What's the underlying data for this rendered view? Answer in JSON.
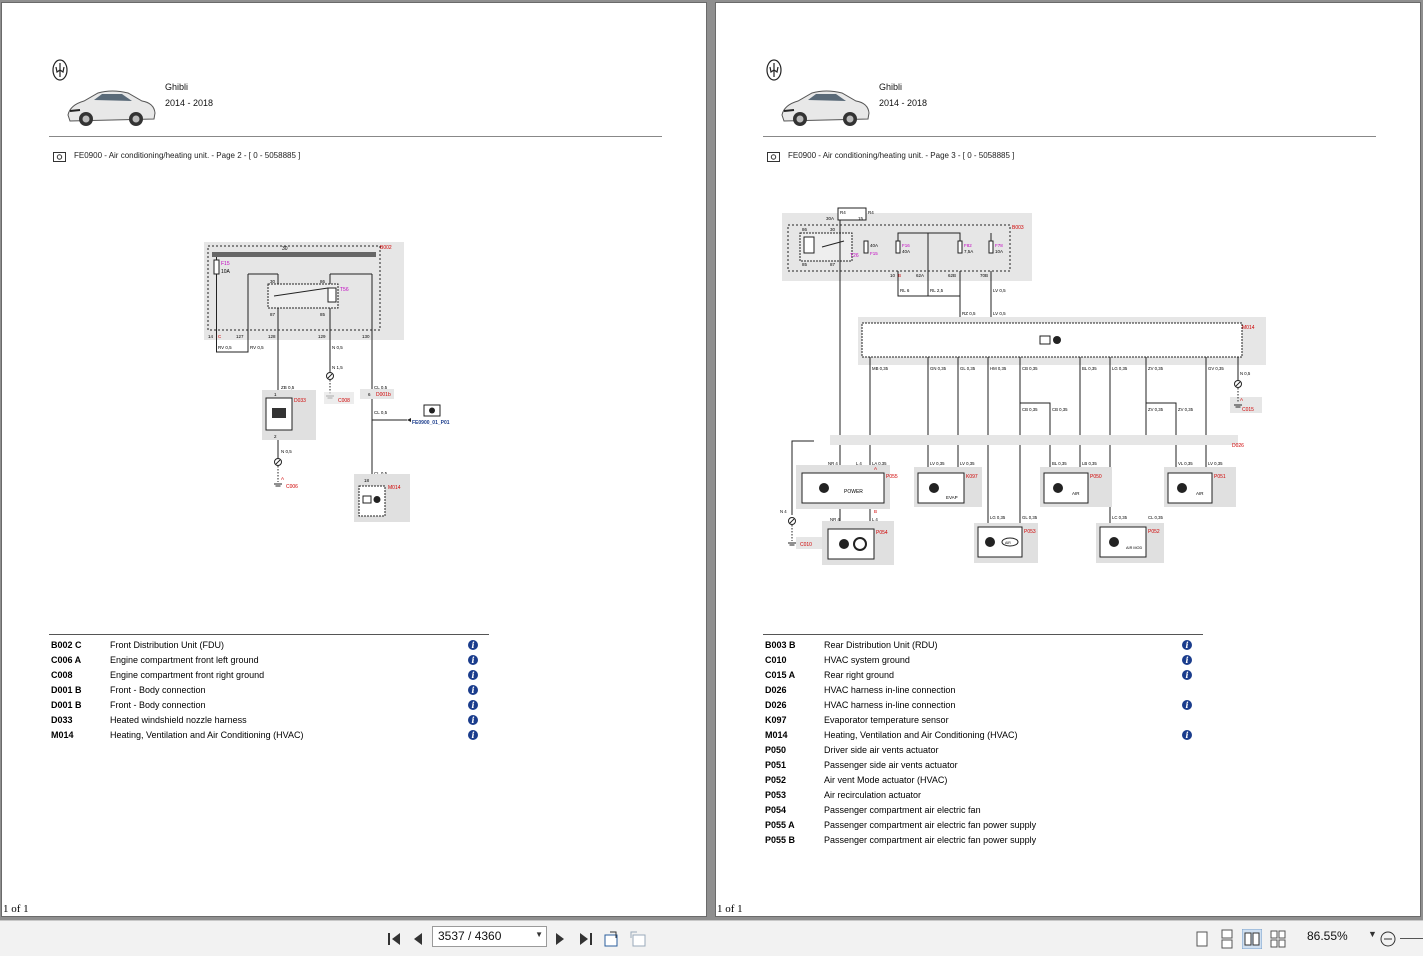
{
  "pages": [
    {
      "model": "Ghibli",
      "years": "2014 - 2018",
      "sheet_title": "FE0900 - Air conditioning/heating unit. - Page 2 - [ 0 - 5058885 ]",
      "page_count": "1 of 1",
      "diagram": {
        "fdu": "B002",
        "fuse_f15": "F15",
        "fuse_amp": "10A",
        "relay": "T56",
        "bus_30": "30",
        "pin_30": "30",
        "pin_86": "86",
        "pin_87": "87",
        "pin_85": "85",
        "pin_14": "14",
        "pin_C": "C",
        "pin_127": "127",
        "pin_128": "128",
        "pin_129": "129",
        "pin_130": "130",
        "wire_rv1": "RV 0,5",
        "wire_rv2": "RV 0,5",
        "wire_zb": "ZB 0,5",
        "wire_n1": "N 0,5",
        "wire_n2": "N 1,5",
        "wire_cl1": "CL 0,5",
        "wire_cl2": "CL 0,5",
        "wire_cl3": "CL 0,5",
        "wire_n3": "N 0,5",
        "d033": "D033",
        "c008": "C008",
        "c006": "C006",
        "c006_a": "A",
        "d001b": "D001b",
        "pin_6": "6",
        "ref_link": "FE0900_01_P01",
        "m014": "M014",
        "pin_18": "18",
        "pin_1": "1",
        "pin_2": "2"
      },
      "legend": [
        {
          "code": "B002 C",
          "desc": "Front Distribution Unit (FDU)",
          "info": true
        },
        {
          "code": "C006 A",
          "desc": "Engine compartment front left ground",
          "info": true
        },
        {
          "code": "C008",
          "desc": "Engine compartment front right ground",
          "info": true
        },
        {
          "code": "D001 B",
          "desc": "Front - Body connection",
          "info": true
        },
        {
          "code": "D001 B",
          "desc": "Front - Body connection",
          "info": true
        },
        {
          "code": "D033",
          "desc": "Heated windshield nozzle harness",
          "info": true
        },
        {
          "code": "M014",
          "desc": "Heating, Ventilation and Air Conditioning (HVAC)",
          "info": true
        }
      ]
    },
    {
      "model": "Ghibli",
      "years": "2014 - 2018",
      "sheet_title": "FE0900 - Air conditioning/heating unit. - Page 3 - [ 0 - 5058885 ]",
      "page_count": "1 of 1",
      "diagram": {
        "b003": "B003",
        "r4a": "R4",
        "r4b": "R4",
        "a30": "30A",
        "p15": "15",
        "p30": "30",
        "p86": "86",
        "p85": "85",
        "p87": "87",
        "t26": "T26",
        "f15": "F15",
        "f15a": "40A",
        "f16": "F16",
        "f16a": "40A",
        "f82": "F82",
        "f82a": "7,5A",
        "f78": "F78",
        "f78a": "10A",
        "p10": "10",
        "p10b": "B",
        "p62a": "62A",
        "p62b": "62B",
        "p70b": "70B",
        "w_rl6": "RL 6",
        "w_rl25": "RL 2,5",
        "w_lv05": "LV 0,5",
        "w_rz05": "RZ 0,5",
        "w_lv05b": "LV 0,5",
        "m014": "M014",
        "c015": "C015",
        "c015a": "A",
        "d026": "D026",
        "w_mb": "MB 0,35",
        "w_gn": "GN 0,35",
        "w_gl": "GL 0,35",
        "w_hm": "HM 0,35",
        "w_cb": "CB 0,35",
        "w_bl": "BL 0,35",
        "w_lg": "LG 0,35",
        "w_zv": "ZV 0,35",
        "w_gv": "GV 0,35",
        "w_n05": "N 0,5",
        "w_cb2": "CB 0,35",
        "w_cb3": "CB 0,35",
        "w_zv2": "ZV 0,35",
        "w_zv3": "ZV 0,35",
        "w_nr4": "NR 4",
        "w_l4": "L 4",
        "w_la": "LA 0,35",
        "w_lv1": "LV 0,35",
        "w_lv2": "LV 0,35",
        "w_bl2": "BL 0,35",
        "w_lb": "LB 0,35",
        "w_vl": "VL 0,35",
        "w_lv3": "LV 0,35",
        "w_n4": "N 4",
        "w_nr4b": "NR 4",
        "w_l4b": "L 4",
        "w_lg2": "LG 0,35",
        "w_gl2": "GL 0,35",
        "w_lc": "LC 0,35",
        "w_cl": "CL 0,35",
        "p055": "P055",
        "p055a": "A",
        "p055b": "B",
        "k097": "K097",
        "p050": "P050",
        "p051": "P051",
        "p053": "P053",
        "p052": "P052",
        "p054": "P054",
        "c010": "C010",
        "power": "POWER",
        "evap": "EVAP",
        "air": "AIR",
        "air2": "AIR",
        "air_mod": "AIR MOD",
        "air_rec": "AIR"
      },
      "legend": [
        {
          "code": "B003 B",
          "desc": "Rear Distribution Unit (RDU)",
          "info": true
        },
        {
          "code": "C010",
          "desc": "HVAC system ground",
          "info": true
        },
        {
          "code": "C015 A",
          "desc": "Rear right ground",
          "info": true
        },
        {
          "code": "D026",
          "desc": "HVAC harness in-line connection",
          "info": false
        },
        {
          "code": "D026",
          "desc": "HVAC harness in-line connection",
          "info": true
        },
        {
          "code": "K097",
          "desc": "Evaporator temperature sensor",
          "info": false
        },
        {
          "code": "M014",
          "desc": "Heating, Ventilation and Air Conditioning (HVAC)",
          "info": true
        },
        {
          "code": "P050",
          "desc": "Driver side air vents actuator",
          "info": false
        },
        {
          "code": "P051",
          "desc": "Passenger side air vents actuator",
          "info": false
        },
        {
          "code": "P052",
          "desc": "Air vent Mode actuator (HVAC)",
          "info": false
        },
        {
          "code": "P053",
          "desc": "Air recirculation actuator",
          "info": false
        },
        {
          "code": "P054",
          "desc": "Passenger compartment air electric fan",
          "info": false
        },
        {
          "code": "P055 A",
          "desc": "Passenger compartment air electric fan power supply",
          "info": false
        },
        {
          "code": "P055 B",
          "desc": "Passenger compartment air electric fan power supply",
          "info": false
        }
      ]
    }
  ],
  "toolbar": {
    "page_value": "3537 / 4360",
    "zoom": "86.55%"
  },
  "colors": {
    "label_red": "#d00000",
    "label_magenta": "#c000c0",
    "link_blue": "#1a3c8c",
    "component_bg": "#e0e0e0"
  }
}
